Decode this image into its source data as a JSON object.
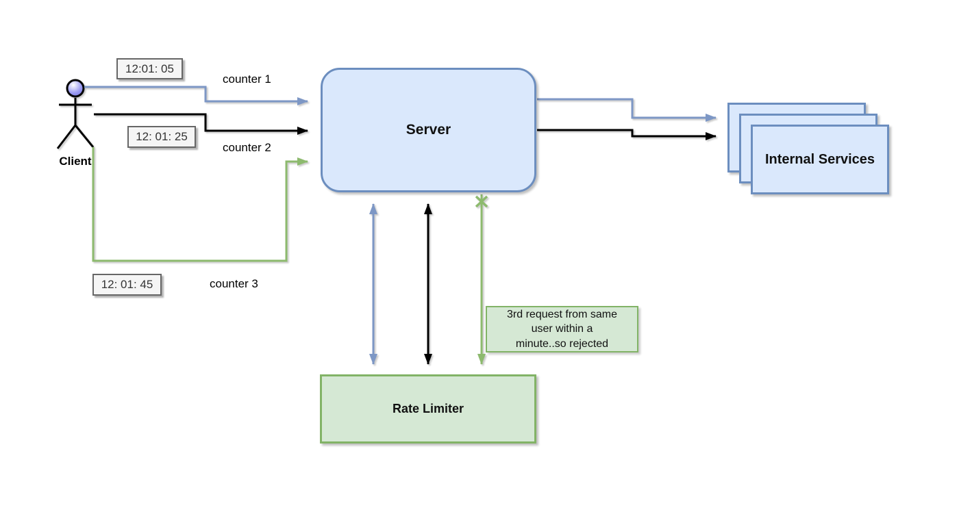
{
  "client": {
    "label": "Client"
  },
  "server": {
    "label": "Server"
  },
  "internal_services": {
    "label": "Internal Services"
  },
  "rate_limiter": {
    "label": "Rate Limiter"
  },
  "requests": [
    {
      "time": "12:01: 05",
      "label": "counter 1"
    },
    {
      "time": "12: 01: 25",
      "label": "counter 2"
    },
    {
      "time": "12: 01: 45",
      "label": "counter 3"
    }
  ],
  "note": {
    "text": "3rd request from same\nuser  within a\nminute..so rejected"
  },
  "icons": {
    "client_actor_icon": "stick-figure",
    "rejected_x_icon": "×"
  },
  "colors": {
    "node_blue_fill": "#dae8fc",
    "node_blue_border": "#6c8ebf",
    "node_green_fill": "#d5e8d4",
    "node_green_border": "#82b366",
    "arrow_blue": "#7d97c5",
    "arrow_black": "#000000",
    "arrow_green": "#8dba6e",
    "timestamp_fill": "#f5f5f5",
    "timestamp_border": "#666666",
    "actor_head": "#8585ea"
  }
}
